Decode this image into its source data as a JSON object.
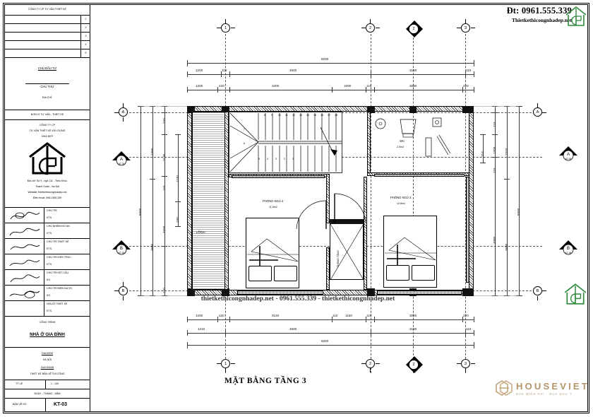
{
  "sheet": {
    "drawing_title": "MẶT BẰNG TẦNG 3",
    "watermark": "thietkethicongnhadep.net - 0961.555.339 - thietkethicongnhadep.net"
  },
  "header": {
    "phone": "Đt: 0961.555.339",
    "website": "Thietkethicongnhadep.net"
  },
  "logo": {
    "brand": "HOUSEVIET",
    "tagline": "BÁN MIỄN PHÍ · MUA NHƯ Ý"
  },
  "titleblock": {
    "top_note": "CÔNG TY CP TƯ VẤN THIẾT KẾ",
    "revisions": [
      "1",
      "2",
      "3",
      "4",
      "5"
    ],
    "owner_label": "CHỦ ĐẦU TƯ",
    "owner_name": "CHỦ THỰ",
    "owner_addr": "ĐỊA CHỈ:",
    "org_note": "ĐƠN VỊ TƯ VẤN - THIẾT KẾ",
    "company_line1": "CÔNG TY CP",
    "company_line2": "TƯ VẤN THIẾT KẾ XÂY DỰNG",
    "company_line3": "NHÀ ĐẸP",
    "company_addr1": "Địa chỉ: Số 9 - ngõ 111 - Triều Khúc",
    "company_addr2": "Thanh Xuân - Hà Nội",
    "company_addr3": "Website: thietkethicongnhadep.net",
    "company_addr4": "Điện thoại: 0961.555.339",
    "sig_rows": [
      {
        "role": "CHỦ TRÌ",
        "name": "KTS."
      },
      {
        "role": "CHỦ NHIỆM ĐỒ ÁN",
        "name": "KTS."
      },
      {
        "role": "CHỦ TRÌ THIẾT KẾ",
        "name": "KTS."
      },
      {
        "role": "CHỦ TRÌ KIẾN TRÚC",
        "name": "KTS."
      },
      {
        "role": "CHỦ TRÌ KẾT CẤU",
        "name": "KS."
      },
      {
        "role": "CHỦ TRÌ ĐIỆN NƯỚC",
        "name": "KS."
      },
      {
        "role": "NGƯỜI THIẾT KẾ",
        "name": "KTS."
      }
    ],
    "project_label": "CÔNG TRÌNH",
    "project_name": "NHÀ Ở GIA ĐÌNH",
    "loc_label": "ĐỊA ĐIỂM",
    "loc_line1": "HÀ NỘI",
    "loc_line2": "GIAI ĐOẠN",
    "loc_line3": "THIẾT KẾ BẢN VẼ THI CÔNG",
    "scale_label": "TỶ LỆ",
    "scale_value": "1 : 100",
    "date_label": "NGÀY - THÁNG - NĂM",
    "sheet_label": "BẢN VẼ SỐ",
    "sheet_no": "KT-03"
  },
  "rooms": [
    {
      "name": "PHÒNG NGỦ 4",
      "area": "11.5m2"
    },
    {
      "name": "PHÒNG NGỦ 3",
      "area": "12.8m2"
    },
    {
      "name": "WC",
      "area": "2.5m2"
    },
    {
      "name": "THÔNG TẦNG",
      "area": ""
    },
    {
      "name": "LÔGIA",
      "area": ""
    }
  ],
  "grid": {
    "horizontal": [
      "1",
      "2",
      "3"
    ],
    "vertical": [
      "A",
      "B"
    ],
    "section_marks": [
      "A",
      "B"
    ],
    "section_sub": "KT-05"
  },
  "dimensions": {
    "top_row1": [
      "1200",
      "110",
      "4500",
      "3180",
      "110"
    ],
    "top_row2": [
      "1200",
      "220",
      "3400",
      "1000",
      "110",
      "3080",
      "220"
    ],
    "top_total": "8200",
    "bottom_row1": [
      "1200",
      "220",
      "3140",
      "110",
      "1150",
      "110",
      "3080",
      "220"
    ],
    "bottom_row2": [
      "1210",
      "4500",
      "3180",
      "110"
    ],
    "bottom_total": "8200",
    "left_row1": [
      "220",
      "2130",
      "110",
      "3320",
      "220"
    ],
    "left_row2": [
      "2350",
      "3650"
    ],
    "left_total": "6000",
    "right_row1": [
      "110",
      "1700",
      "110",
      "4080"
    ],
    "right_row2": [
      "2320",
      "3680"
    ],
    "right_total": "6000",
    "inner_left": [
      "1130",
      "230"
    ],
    "inner_small": [
      "710",
      "1140"
    ]
  },
  "stairs": {
    "treads": [
      "1",
      "2",
      "3",
      "4",
      "5",
      "6",
      "7",
      "8",
      "9",
      "10",
      "11",
      "12",
      "13",
      "14",
      "15",
      "16",
      "17",
      "18"
    ]
  },
  "colors": {
    "ink": "#000000",
    "accent_green": "#2e8b3d",
    "logo_gold": "#b3946a",
    "paper": "#ffffff",
    "backdrop": "#8a8a8a"
  }
}
